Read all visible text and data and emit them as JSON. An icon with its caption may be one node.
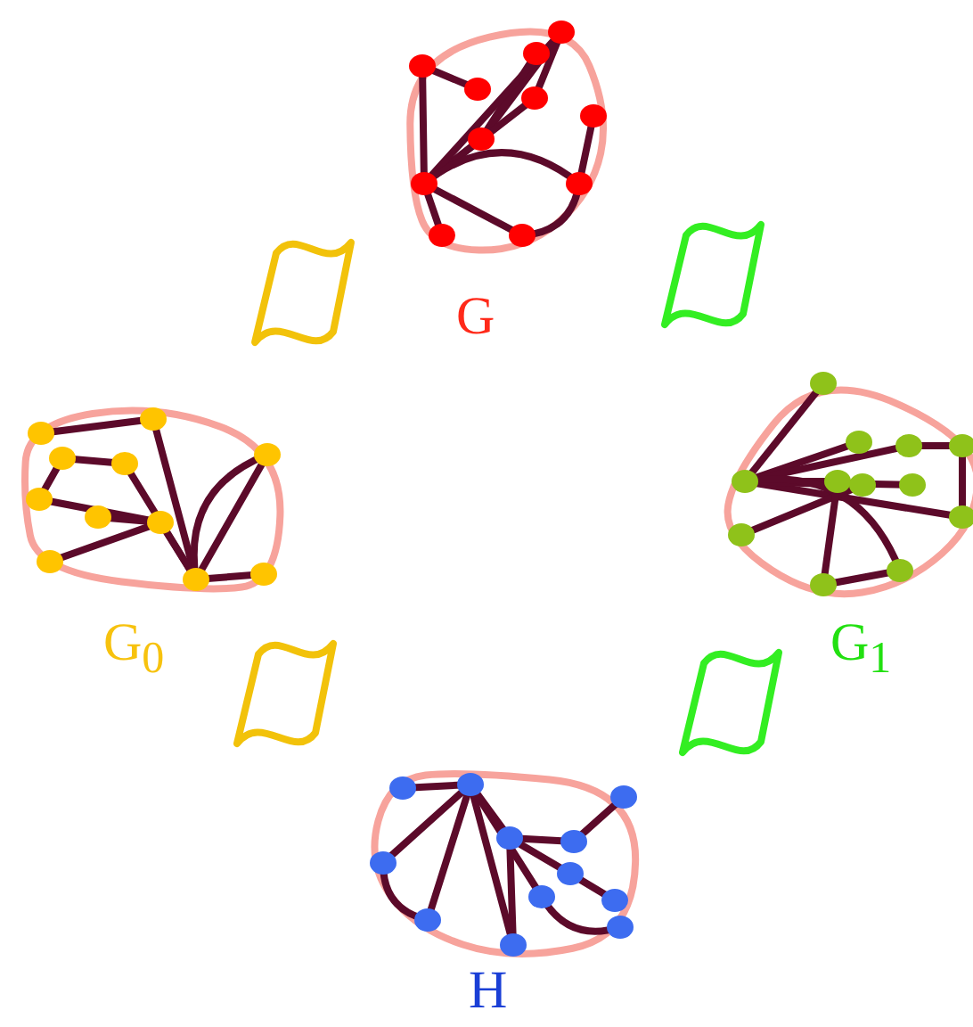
{
  "diagram": {
    "nodes": [
      {
        "text": [],
        "shape": "picture",
        "beside": [
          "G"
        ]
      },
      {
        "text": [],
        "shape": "picture",
        "beside": [
          "G$_{0}$"
        ]
      },
      {
        "text": [],
        "shape": "picture",
        "beside": [
          "G$_{1}$"
        ]
      },
      {
        "text": [],
        "shape": "picture",
        "beside": [
          "H"
        ]
      }
    ]
  }
}
